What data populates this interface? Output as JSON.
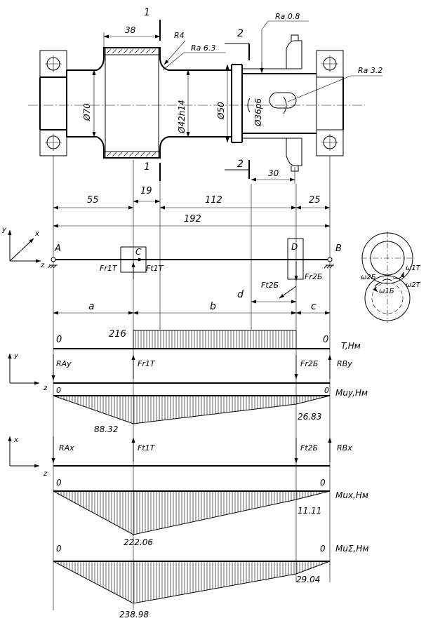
{
  "section_marks": {
    "s1_top": "1",
    "s1_bottom": "1",
    "s2_top": "2",
    "s2_bottom": "2"
  },
  "shaft_dims": {
    "gear_width": "38",
    "fillet_radius": "R4",
    "ra_gear": "Ra 6.3",
    "ra_journal": "Ra 0.8",
    "ra_keyway": "Ra 3.2",
    "d_seat": "Ø70",
    "d_mid": "Ø42h14",
    "d_shoulder": "Ø50",
    "d_end": "Ø36p6",
    "pinion_width": "30"
  },
  "span_dims": {
    "d55": "55",
    "d19": "19",
    "d112": "112",
    "d25": "25",
    "d192": "192"
  },
  "scheme": {
    "point_a": "A",
    "point_b": "B",
    "point_c": "C",
    "point_d": "D",
    "axis_x": "x",
    "axis_y": "y",
    "axis_z": "z",
    "f_r1t": "Fr1T",
    "f_t1t": "Ft1T",
    "f_r2b": "Fr2Б",
    "f_t2b": "Ft2Б",
    "seg_a": "a",
    "seg_b": "b",
    "seg_c": "c",
    "seg_d": "d",
    "w2b": "ω2Б",
    "w1b": "ω1Б",
    "w1t": "ω1T",
    "w2t": "ω2T"
  },
  "torque": {
    "left_zero": "0",
    "value": "216",
    "right_zero": "0",
    "label": "T,Нм"
  },
  "plane_y": {
    "axis_y": "y",
    "axis_z": "z",
    "r_ay": "RAy",
    "f_r1t": "Fr1T",
    "f_r2b": "Fr2Б",
    "r_by": "RBy",
    "left_zero": "0",
    "right_zero": "0",
    "label": "Muy,Нм",
    "val_c": "88.32",
    "val_d": "26.83"
  },
  "plane_x": {
    "axis_x": "x",
    "axis_z": "z",
    "r_ax": "RAx",
    "f_t1t": "Ft1T",
    "f_t2b": "Ft2Б",
    "r_bx": "RBx",
    "left_zero": "0",
    "right_zero": "0",
    "label": "Mux,Нм",
    "val_c": "222.06",
    "val_d": "11.11"
  },
  "total": {
    "left_zero": "0",
    "right_zero": "0",
    "label": "MuΣ,Нм",
    "val_c": "238.98",
    "val_d": "29.04"
  }
}
